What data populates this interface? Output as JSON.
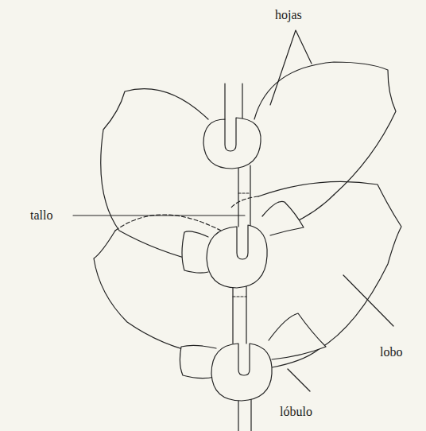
{
  "diagram": {
    "labels": [
      "hojas",
      "tallo",
      "lobo",
      "lóbulo"
    ]
  }
}
